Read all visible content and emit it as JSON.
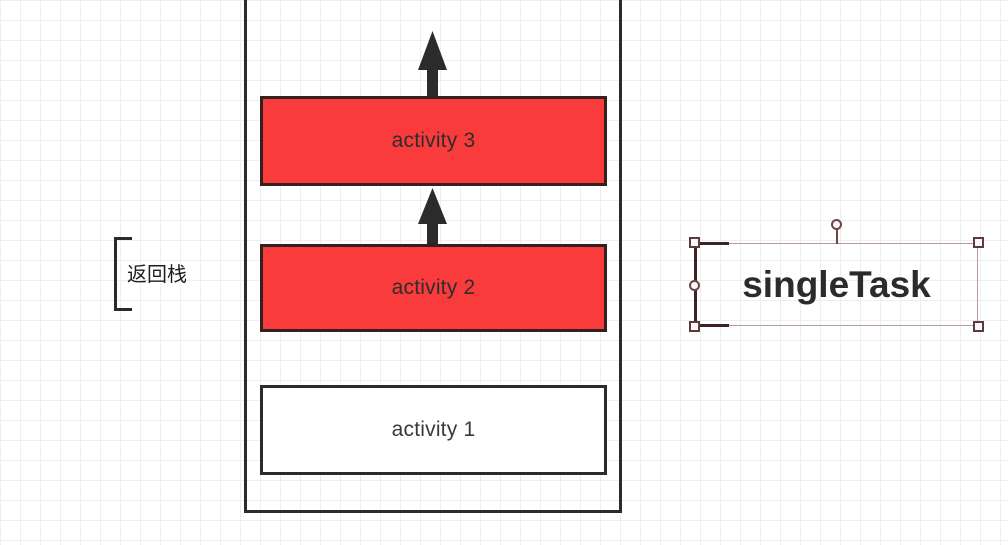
{
  "diagram": {
    "title_shape": {
      "label": "singleTask",
      "selected": true,
      "handles": {
        "top_left": "resize-handle",
        "top_right": "resize-handle",
        "bottom_left": "resize-handle",
        "bottom_right": "resize-handle",
        "mid_left": "connection-handle",
        "rotate": "rotate-handle"
      },
      "frame_color": "#b89a9c",
      "handle_color": "#5d3a3d"
    },
    "back_stack": {
      "label": "返回栈",
      "bracket": "left-brace"
    },
    "container": {
      "name": "task-stack-container",
      "border_color": "#2b2b2b"
    },
    "activities": [
      {
        "label": "activity 3",
        "fill": "#f93b3b",
        "border": "#32211f",
        "text_color": "#2e2e2e",
        "state": "recreated"
      },
      {
        "label": "activity 2",
        "fill": "#f93b3b",
        "border": "#32211f",
        "text_color": "#2e2e2e",
        "state": "recreated"
      },
      {
        "label": "activity 1",
        "fill": "#ffffff",
        "border": "#2b2b2b",
        "text_color": "#3a3a3a",
        "state": "existing"
      }
    ],
    "arrows": [
      {
        "name": "arrow-above-activity-3",
        "direction": "up",
        "color": "#2b2b2b"
      },
      {
        "name": "arrow-activity2-to-activity3",
        "direction": "up",
        "color": "#2b2b2b"
      }
    ],
    "canvas": {
      "background": "#ffffff",
      "grid_minor_color": "#eceef0",
      "grid_major_color": "#dcdfe3"
    }
  }
}
